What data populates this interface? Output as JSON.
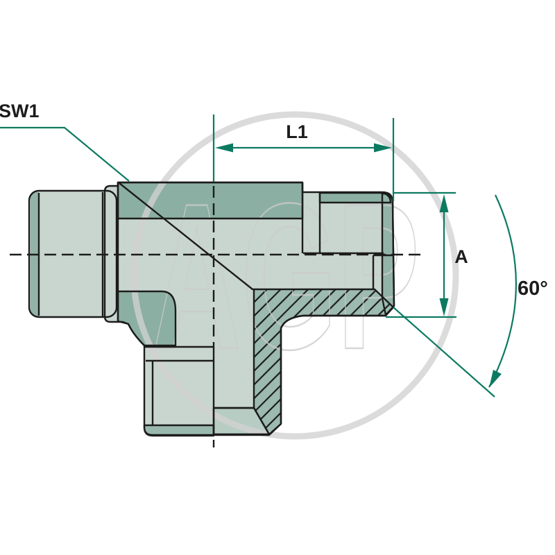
{
  "drawing": {
    "type": "technical-drawing-tee-adapter",
    "labels": {
      "wrench_size": "SW1",
      "length": "L1",
      "thread_size": "A",
      "cone_angle": "60°"
    },
    "watermark_text": "AGP",
    "colors": {
      "dimension_green": "#0c7a61",
      "body_light": "#c9d6d0",
      "body_dark": "#8bafa3",
      "body_mid": "#9ab9ae",
      "hatch_fill": "#9cbab0",
      "outline": "#1c1c1c",
      "watermark_gray": "#cccccc",
      "background": "#ffffff"
    }
  }
}
